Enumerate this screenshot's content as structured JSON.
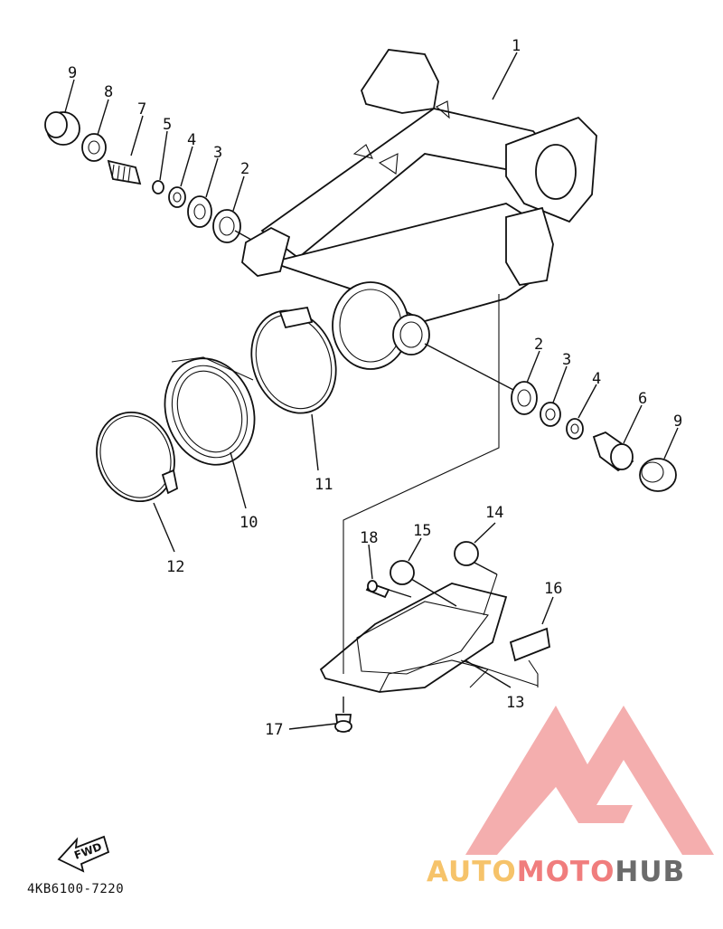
{
  "diagram": {
    "document_id": "4KB6100-7220",
    "fwd_label": "FWD",
    "watermark": {
      "part1": "AUTO",
      "part2": "MOTO",
      "part3": "HUB",
      "color1": "#f6c36a",
      "color2": "#f07d7d",
      "color3": "#6b6b6b"
    },
    "callouts": [
      {
        "id": "c1",
        "text": "1"
      },
      {
        "id": "c2a",
        "text": "2"
      },
      {
        "id": "c3a",
        "text": "3"
      },
      {
        "id": "c4a",
        "text": "4"
      },
      {
        "id": "c5",
        "text": "5"
      },
      {
        "id": "c7",
        "text": "7"
      },
      {
        "id": "c8",
        "text": "8"
      },
      {
        "id": "c9a",
        "text": "9"
      },
      {
        "id": "c2b",
        "text": "2"
      },
      {
        "id": "c3b",
        "text": "3"
      },
      {
        "id": "c4b",
        "text": "4"
      },
      {
        "id": "c6",
        "text": "6"
      },
      {
        "id": "c9b",
        "text": "9"
      },
      {
        "id": "c10",
        "text": "10"
      },
      {
        "id": "c11",
        "text": "11"
      },
      {
        "id": "c12",
        "text": "12"
      },
      {
        "id": "c13",
        "text": "13"
      },
      {
        "id": "c14",
        "text": "14"
      },
      {
        "id": "c15",
        "text": "15"
      },
      {
        "id": "c16",
        "text": "16"
      },
      {
        "id": "c17",
        "text": "17"
      },
      {
        "id": "c18",
        "text": "18"
      }
    ]
  }
}
